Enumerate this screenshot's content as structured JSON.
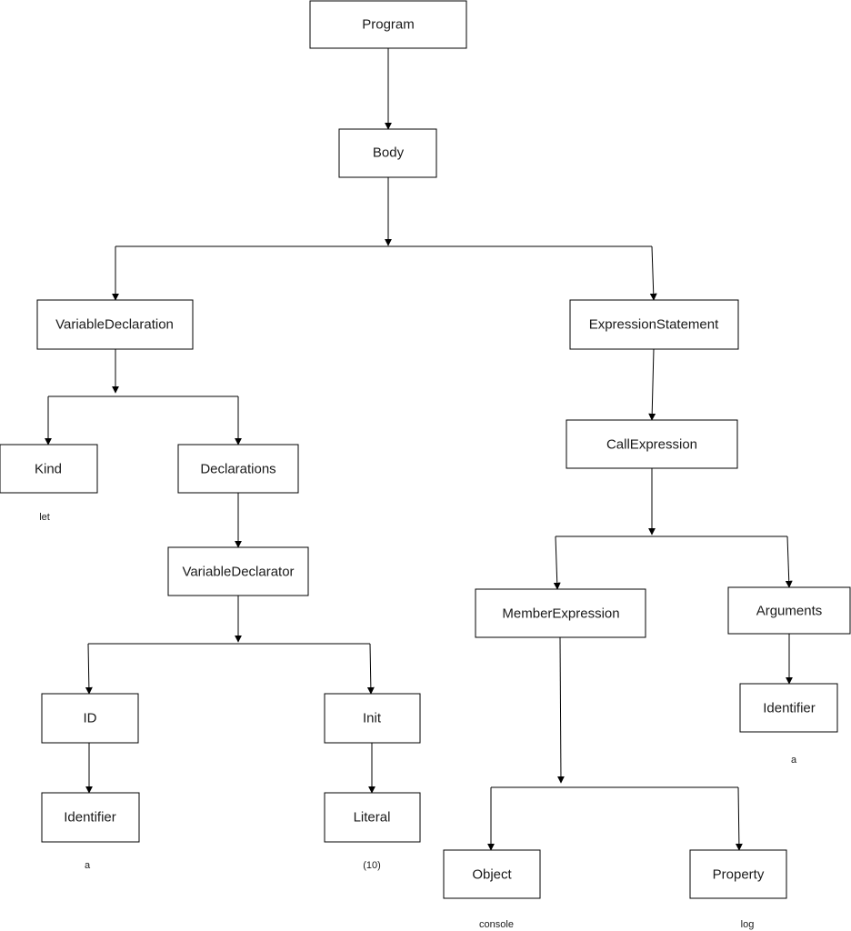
{
  "nodes": {
    "program": "Program",
    "body": "Body",
    "variable_declaration": "VariableDeclaration",
    "expression_statement": "ExpressionStatement",
    "kind": "Kind",
    "declarations": "Declarations",
    "call_expression": "CallExpression",
    "variable_declarator": "VariableDeclarator",
    "member_expression": "MemberExpression",
    "arguments": "Arguments",
    "id": "ID",
    "init": "Init",
    "arguments_identifier": "Identifier",
    "id_identifier": "Identifier",
    "literal": "Literal",
    "object": "Object",
    "property": "Property"
  },
  "notes": {
    "kind_value": "let",
    "arguments_identifier_value": "a",
    "id_identifier_value": "a",
    "literal_value": "(10)",
    "object_value": "console",
    "property_value": "log"
  }
}
